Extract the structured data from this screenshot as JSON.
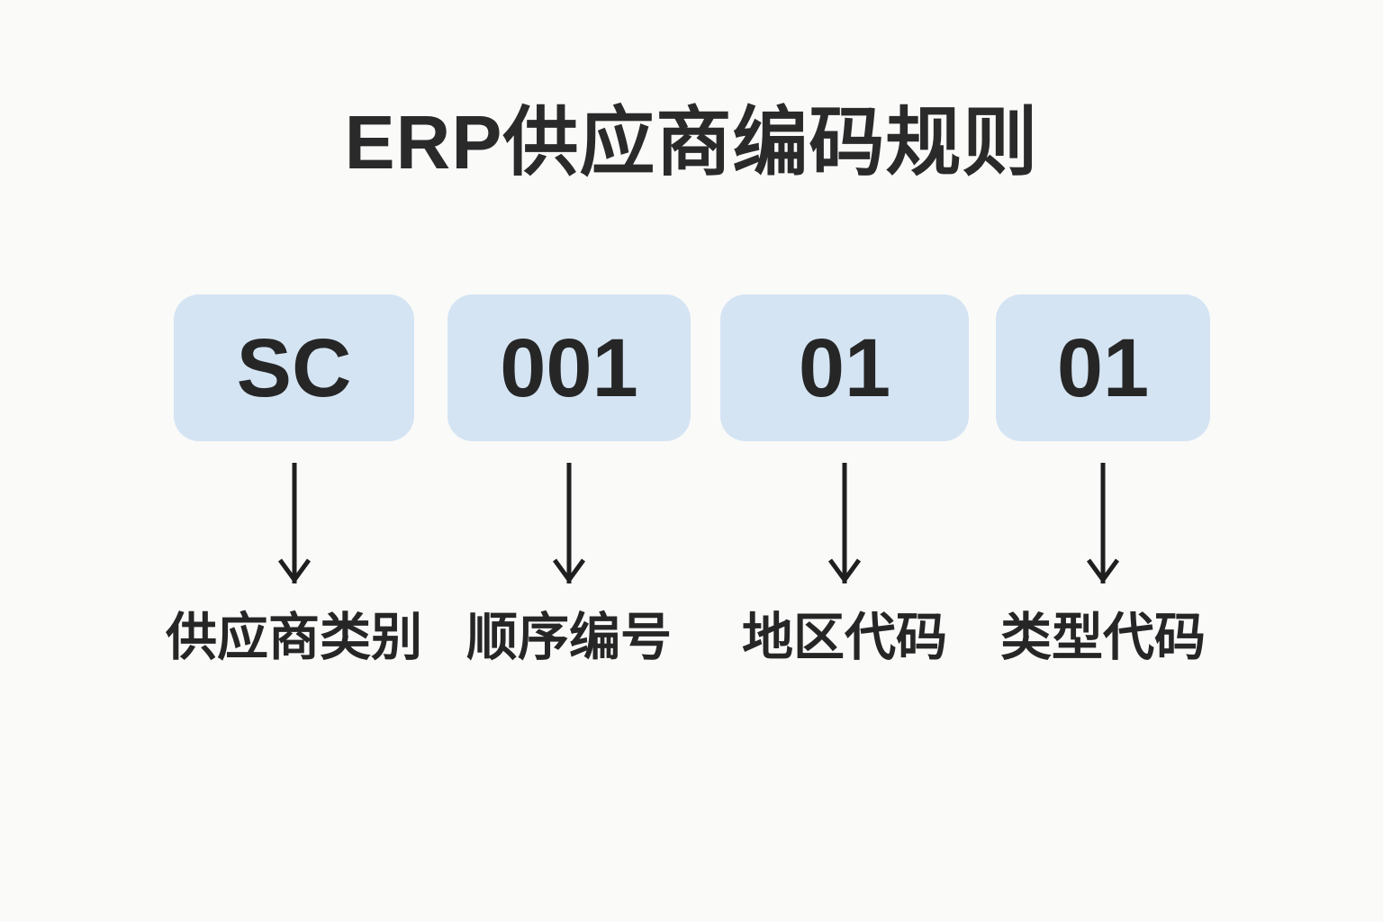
{
  "title": "ERP供应商编码规则",
  "colors": {
    "background": "#fafaf9",
    "box_fill": "#d4e4f3",
    "text": "#262626",
    "arrow": "#1f1f1f"
  },
  "segments": [
    {
      "code": "SC",
      "label": "供应商类别"
    },
    {
      "code": "001",
      "label": "顺序编号"
    },
    {
      "code": "01",
      "label": "地区代码"
    },
    {
      "code": "01",
      "label": "类型代码"
    }
  ]
}
